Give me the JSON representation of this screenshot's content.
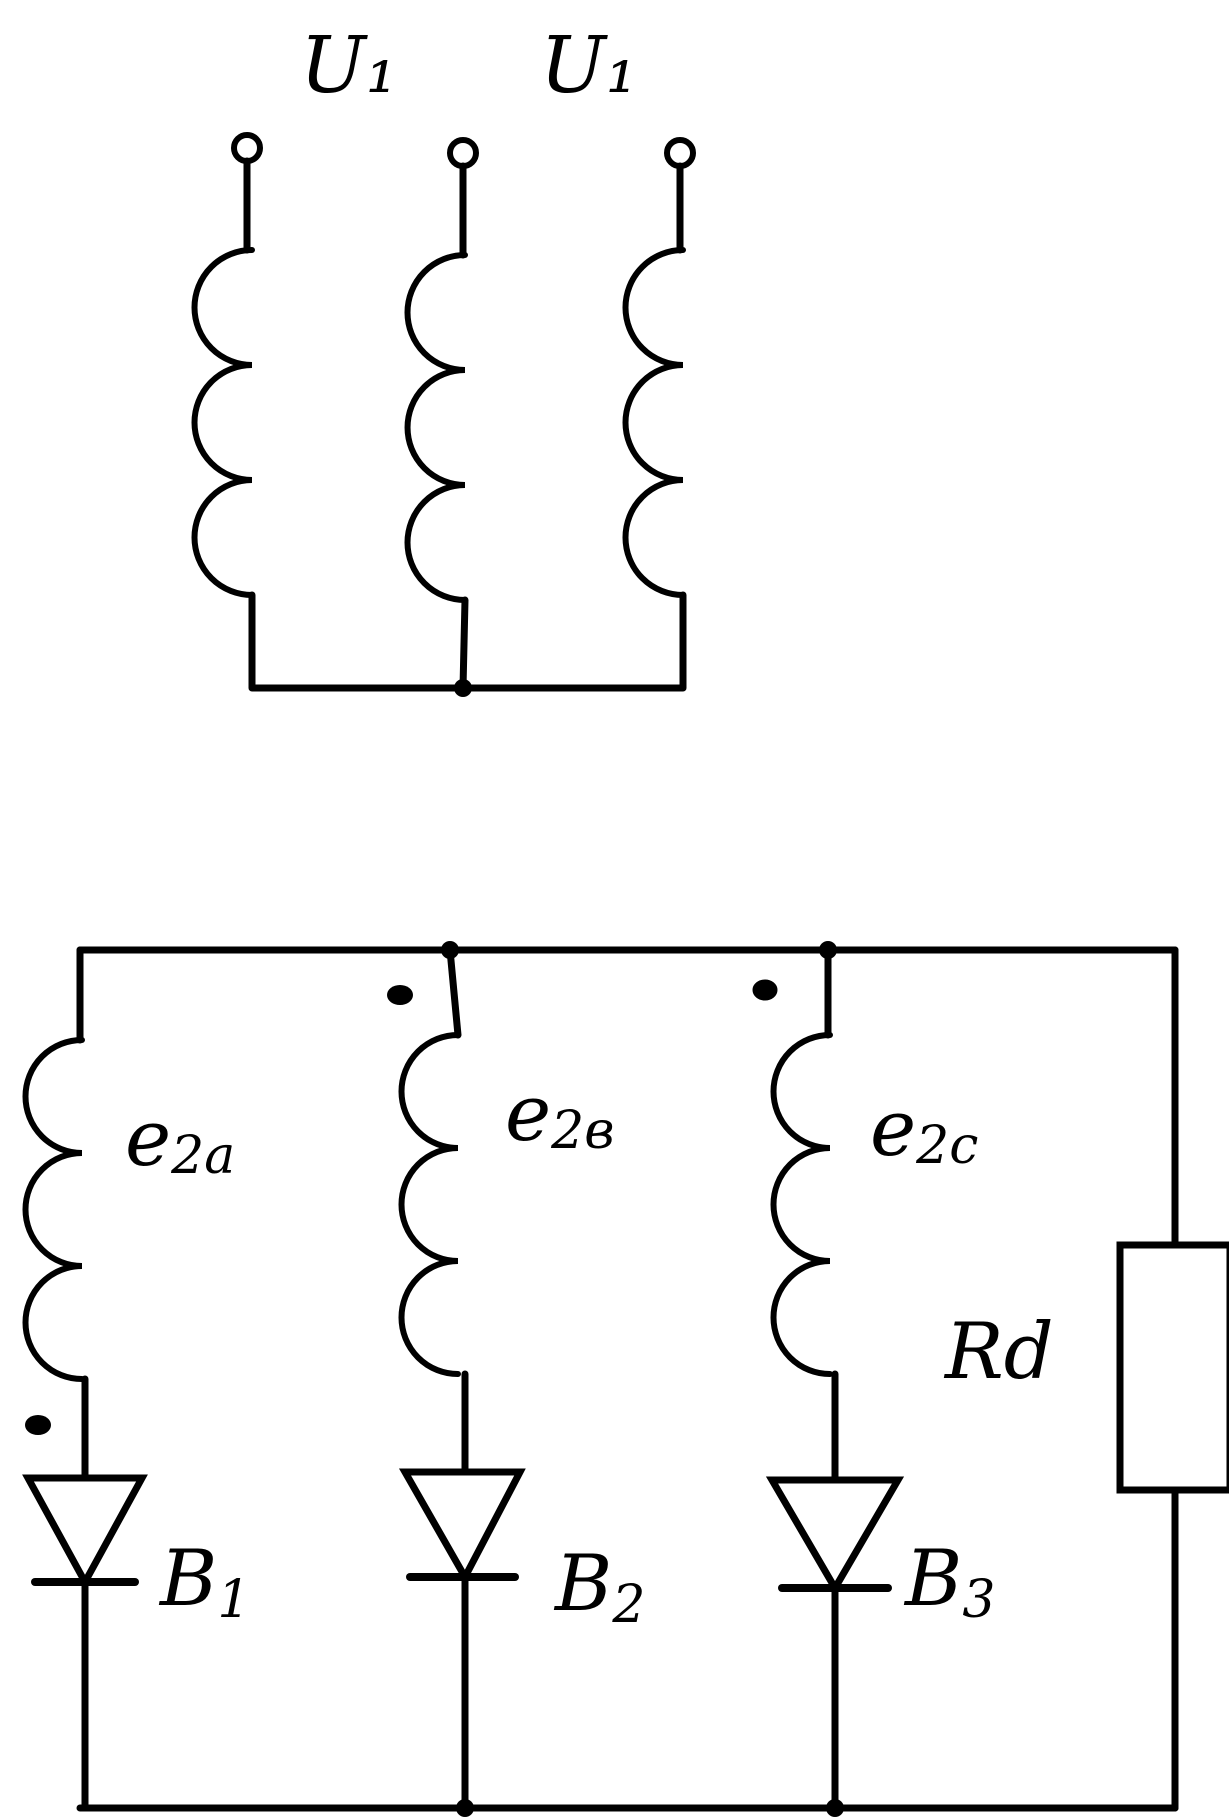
{
  "primary": {
    "labels": [
      "U₁",
      "U₁"
    ]
  },
  "secondary": {
    "windings": [
      {
        "emf": "e",
        "sub": "2a"
      },
      {
        "emf": "e",
        "sub": "2в"
      },
      {
        "emf": "e",
        "sub": "2c"
      }
    ],
    "diodes": [
      {
        "letter": "B",
        "sub": "1"
      },
      {
        "letter": "B",
        "sub": "2"
      },
      {
        "letter": "B",
        "sub": "3"
      }
    ],
    "load": "Rd"
  }
}
